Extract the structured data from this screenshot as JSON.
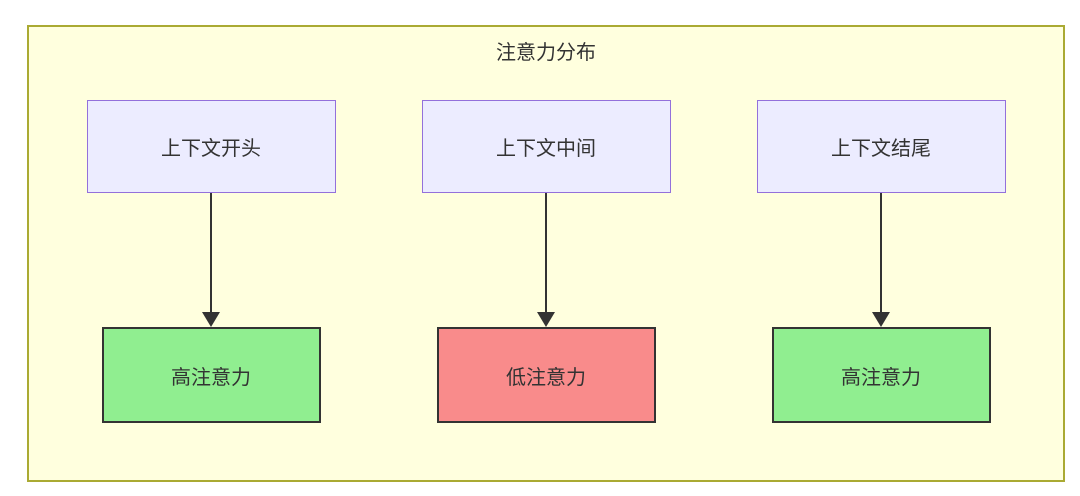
{
  "diagram": {
    "title": "注意力分布",
    "columns": [
      {
        "source": "上下文开头",
        "target": "高注意力",
        "target_type": "high"
      },
      {
        "source": "上下文中间",
        "target": "低注意力",
        "target_type": "low"
      },
      {
        "source": "上下文结尾",
        "target": "高注意力",
        "target_type": "high"
      }
    ],
    "colors": {
      "container_fill": "#FFFFDE",
      "container_border": "#AAAA33",
      "source_fill": "#ECECFF",
      "source_border": "#9370DB",
      "high_fill": "#90EE90",
      "low_fill": "#F98B8B",
      "node_border": "#333333",
      "arrow_color": "#333333",
      "text_color": "#333333"
    }
  }
}
